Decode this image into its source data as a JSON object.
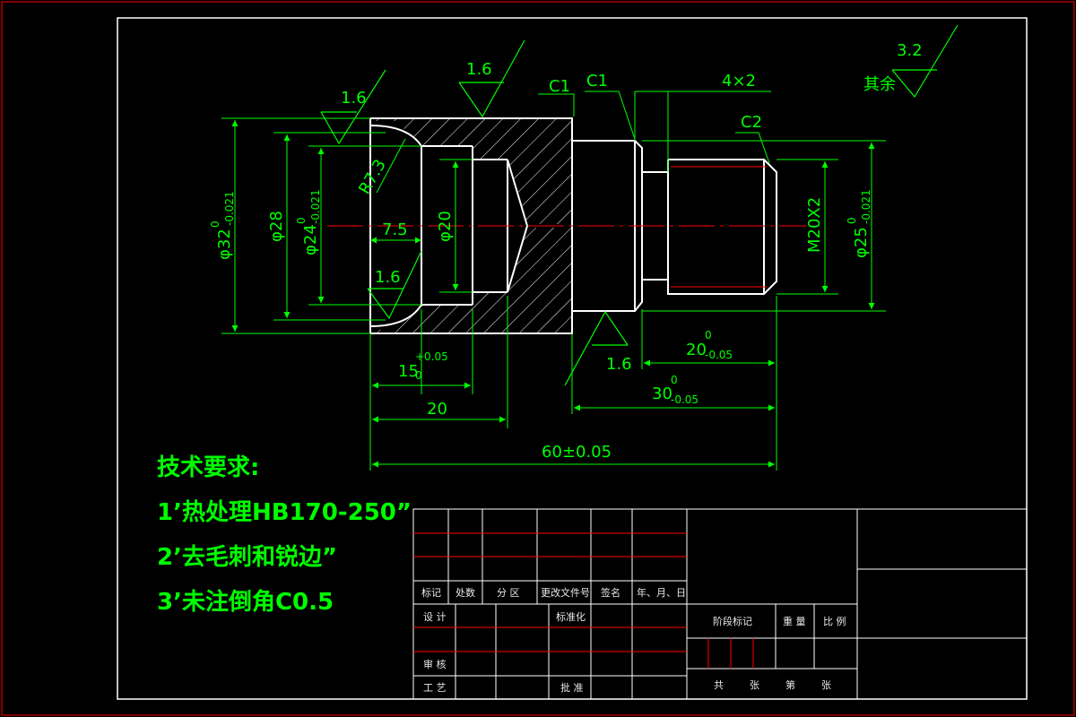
{
  "roughness": {
    "default": "3.2",
    "default_label": "其余",
    "bore_mouth": "1.6",
    "top_face": "1.6",
    "inner_chamfer": "1.6",
    "shoulder_bottom": "1.6"
  },
  "dimensions": {
    "d32": "φ32",
    "d32_upper": "0",
    "d32_lower": "-0.021",
    "d28": "φ28",
    "d24": "φ24",
    "d24_upper": "0",
    "d24_lower": "-0.021",
    "d20": "φ20",
    "r73": "R7.3",
    "len75": "7.5",
    "chamfer_c1_a": "C1",
    "chamfer_c1_b": "C1",
    "groove": "4×2",
    "chamfer_c2": "C2",
    "thread": "M20X2",
    "d25": "φ25",
    "d25_upper": "0",
    "d25_lower": "-0.021",
    "len15": "15",
    "len15_upper": "+0.05",
    "len15_lower": "0",
    "len20_tol": "20",
    "len20_tol_upper": "0",
    "len20_tol_lower": "-0.05",
    "len20": "20",
    "len30": "30",
    "len30_upper": "0",
    "len30_lower": "-0.05",
    "len60": "60±0.05"
  },
  "requirements": {
    "title": "技术要求:",
    "items": [
      "1’热处理HB170-250”",
      "2’去毛刺和锐边”",
      "3’未注倒角C0.5"
    ]
  },
  "title_block": {
    "col_labels": [
      "标记",
      "处数",
      "分 区",
      "更改文件号",
      "签名",
      "年、月、日"
    ],
    "design": "设 计",
    "standardize": "标准化",
    "review": "审 核",
    "process": "工 艺",
    "approve": "批 准",
    "stage_mark": "阶段标记",
    "weight": "重 量",
    "scale": "比 例",
    "sheets_total": "共",
    "sheets_unit": "张",
    "sheet_no": "第",
    "sheet_unit2": "张"
  },
  "colors": {
    "outline": "#ffffff",
    "dimension": "#00ff00",
    "centerline": "#ff0000",
    "hatch": "#ffffff",
    "border": "#ff0000"
  }
}
